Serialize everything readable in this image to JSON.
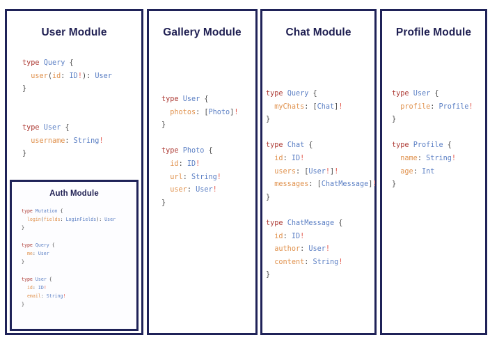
{
  "page": {
    "background": "#ffffff",
    "border_color": "#1f2258",
    "title_color": "#1f1f52"
  },
  "palette": {
    "keyword": "#ad3a34",
    "type_name": "#5b7fc4",
    "field_name": "#e0924e",
    "punctuation": "#4a4a4a",
    "non_null": "#e2574c"
  },
  "modules": {
    "user": {
      "title": "User Module",
      "blocks": [
        {
          "lines": [
            [
              {
                "t": "type",
                "c": "kw"
              },
              {
                "t": " ",
                "c": "pn"
              },
              {
                "t": "Query",
                "c": "ty"
              },
              {
                "t": " {",
                "c": "pn"
              }
            ],
            [
              {
                "t": "  ",
                "c": "pn"
              },
              {
                "t": "user",
                "c": "fld"
              },
              {
                "t": "(",
                "c": "pn"
              },
              {
                "t": "id",
                "c": "fld"
              },
              {
                "t": ": ",
                "c": "pn"
              },
              {
                "t": "ID",
                "c": "ty"
              },
              {
                "t": "!",
                "c": "bang"
              },
              {
                "t": "): ",
                "c": "pn"
              },
              {
                "t": "User",
                "c": "ty"
              }
            ],
            [
              {
                "t": "}",
                "c": "pn"
              }
            ]
          ]
        },
        {
          "lines": [
            [
              {
                "t": "",
                "c": "pn"
              }
            ],
            [
              {
                "t": "",
                "c": "pn"
              }
            ]
          ]
        },
        {
          "lines": [
            [
              {
                "t": "type",
                "c": "kw"
              },
              {
                "t": " ",
                "c": "pn"
              },
              {
                "t": "User",
                "c": "ty"
              },
              {
                "t": " {",
                "c": "pn"
              }
            ],
            [
              {
                "t": "  ",
                "c": "pn"
              },
              {
                "t": "username",
                "c": "fld"
              },
              {
                "t": ": ",
                "c": "pn"
              },
              {
                "t": "String",
                "c": "ty"
              },
              {
                "t": "!",
                "c": "bang"
              }
            ],
            [
              {
                "t": "}",
                "c": "pn"
              }
            ]
          ]
        }
      ]
    },
    "auth": {
      "title": "Auth Module",
      "blocks": [
        {
          "lines": [
            [
              {
                "t": "type",
                "c": "kw"
              },
              {
                "t": " ",
                "c": "pn"
              },
              {
                "t": "Mutation",
                "c": "ty"
              },
              {
                "t": " {",
                "c": "pn"
              }
            ],
            [
              {
                "t": "  ",
                "c": "pn"
              },
              {
                "t": "login",
                "c": "fld"
              },
              {
                "t": "(",
                "c": "pn"
              },
              {
                "t": "fields",
                "c": "fld"
              },
              {
                "t": ": ",
                "c": "pn"
              },
              {
                "t": "LoginFields",
                "c": "ty"
              },
              {
                "t": "): ",
                "c": "pn"
              },
              {
                "t": "User",
                "c": "ty"
              }
            ],
            [
              {
                "t": "}",
                "c": "pn"
              }
            ]
          ]
        },
        {
          "lines": [
            [
              {
                "t": "",
                "c": "pn"
              }
            ]
          ]
        },
        {
          "lines": [
            [
              {
                "t": "type",
                "c": "kw"
              },
              {
                "t": " ",
                "c": "pn"
              },
              {
                "t": "Query",
                "c": "ty"
              },
              {
                "t": " {",
                "c": "pn"
              }
            ],
            [
              {
                "t": "  ",
                "c": "pn"
              },
              {
                "t": "me",
                "c": "fld"
              },
              {
                "t": ": ",
                "c": "pn"
              },
              {
                "t": "User",
                "c": "ty"
              }
            ],
            [
              {
                "t": "}",
                "c": "pn"
              }
            ]
          ]
        },
        {
          "lines": [
            [
              {
                "t": "",
                "c": "pn"
              }
            ]
          ]
        },
        {
          "lines": [
            [
              {
                "t": "type",
                "c": "kw"
              },
              {
                "t": " ",
                "c": "pn"
              },
              {
                "t": "User",
                "c": "ty"
              },
              {
                "t": " {",
                "c": "pn"
              }
            ],
            [
              {
                "t": "  ",
                "c": "pn"
              },
              {
                "t": "id",
                "c": "fld"
              },
              {
                "t": ": ",
                "c": "pn"
              },
              {
                "t": "ID",
                "c": "ty"
              },
              {
                "t": "!",
                "c": "bang"
              }
            ],
            [
              {
                "t": "  ",
                "c": "pn"
              },
              {
                "t": "email",
                "c": "fld"
              },
              {
                "t": ": ",
                "c": "pn"
              },
              {
                "t": "String",
                "c": "ty"
              },
              {
                "t": "!",
                "c": "bang"
              }
            ],
            [
              {
                "t": "}",
                "c": "pn"
              }
            ]
          ]
        }
      ]
    },
    "gallery": {
      "title": "Gallery Module",
      "blocks": [
        {
          "lines": [
            [
              {
                "t": "type",
                "c": "kw"
              },
              {
                "t": " ",
                "c": "pn"
              },
              {
                "t": "User",
                "c": "ty"
              },
              {
                "t": " {",
                "c": "pn"
              }
            ],
            [
              {
                "t": "  ",
                "c": "pn"
              },
              {
                "t": "photos",
                "c": "fld"
              },
              {
                "t": ": [",
                "c": "pn"
              },
              {
                "t": "Photo",
                "c": "ty"
              },
              {
                "t": "]",
                "c": "pn"
              },
              {
                "t": "!",
                "c": "bang"
              }
            ],
            [
              {
                "t": "}",
                "c": "pn"
              }
            ]
          ]
        },
        {
          "lines": [
            [
              {
                "t": "",
                "c": "pn"
              }
            ]
          ]
        },
        {
          "lines": [
            [
              {
                "t": "type",
                "c": "kw"
              },
              {
                "t": " ",
                "c": "pn"
              },
              {
                "t": "Photo",
                "c": "ty"
              },
              {
                "t": " {",
                "c": "pn"
              }
            ],
            [
              {
                "t": "  ",
                "c": "pn"
              },
              {
                "t": "id",
                "c": "fld"
              },
              {
                "t": ": ",
                "c": "pn"
              },
              {
                "t": "ID",
                "c": "ty"
              },
              {
                "t": "!",
                "c": "bang"
              }
            ],
            [
              {
                "t": "  ",
                "c": "pn"
              },
              {
                "t": "url",
                "c": "fld"
              },
              {
                "t": ": ",
                "c": "pn"
              },
              {
                "t": "String",
                "c": "ty"
              },
              {
                "t": "!",
                "c": "bang"
              }
            ],
            [
              {
                "t": "  ",
                "c": "pn"
              },
              {
                "t": "user",
                "c": "fld"
              },
              {
                "t": ": ",
                "c": "pn"
              },
              {
                "t": "User",
                "c": "ty"
              },
              {
                "t": "!",
                "c": "bang"
              }
            ],
            [
              {
                "t": "}",
                "c": "pn"
              }
            ]
          ]
        }
      ]
    },
    "chat": {
      "title": "Chat Module",
      "blocks": [
        {
          "lines": [
            [
              {
                "t": "type",
                "c": "kw"
              },
              {
                "t": " ",
                "c": "pn"
              },
              {
                "t": "Query",
                "c": "ty"
              },
              {
                "t": " {",
                "c": "pn"
              }
            ],
            [
              {
                "t": "  ",
                "c": "pn"
              },
              {
                "t": "myChats",
                "c": "fld"
              },
              {
                "t": ": [",
                "c": "pn"
              },
              {
                "t": "Chat",
                "c": "ty"
              },
              {
                "t": "]",
                "c": "pn"
              },
              {
                "t": "!",
                "c": "bang"
              }
            ],
            [
              {
                "t": "}",
                "c": "pn"
              }
            ]
          ]
        },
        {
          "lines": [
            [
              {
                "t": "",
                "c": "pn"
              }
            ]
          ]
        },
        {
          "lines": [
            [
              {
                "t": "type",
                "c": "kw"
              },
              {
                "t": " ",
                "c": "pn"
              },
              {
                "t": "Chat",
                "c": "ty"
              },
              {
                "t": " {",
                "c": "pn"
              }
            ],
            [
              {
                "t": "  ",
                "c": "pn"
              },
              {
                "t": "id",
                "c": "fld"
              },
              {
                "t": ": ",
                "c": "pn"
              },
              {
                "t": "ID",
                "c": "ty"
              },
              {
                "t": "!",
                "c": "bang"
              }
            ],
            [
              {
                "t": "  ",
                "c": "pn"
              },
              {
                "t": "users",
                "c": "fld"
              },
              {
                "t": ": [",
                "c": "pn"
              },
              {
                "t": "User",
                "c": "ty"
              },
              {
                "t": "!",
                "c": "bang"
              },
              {
                "t": "]",
                "c": "pn"
              },
              {
                "t": "!",
                "c": "bang"
              }
            ],
            [
              {
                "t": "  ",
                "c": "pn"
              },
              {
                "t": "messages",
                "c": "fld"
              },
              {
                "t": ": [",
                "c": "pn"
              },
              {
                "t": "ChatMessage",
                "c": "ty"
              },
              {
                "t": "]",
                "c": "pn"
              },
              {
                "t": "!",
                "c": "bang"
              }
            ],
            [
              {
                "t": "}",
                "c": "pn"
              }
            ]
          ]
        },
        {
          "lines": [
            [
              {
                "t": "",
                "c": "pn"
              }
            ]
          ]
        },
        {
          "lines": [
            [
              {
                "t": "type",
                "c": "kw"
              },
              {
                "t": " ",
                "c": "pn"
              },
              {
                "t": "ChatMessage",
                "c": "ty"
              },
              {
                "t": " {",
                "c": "pn"
              }
            ],
            [
              {
                "t": "  ",
                "c": "pn"
              },
              {
                "t": "id",
                "c": "fld"
              },
              {
                "t": ": ",
                "c": "pn"
              },
              {
                "t": "ID",
                "c": "ty"
              },
              {
                "t": "!",
                "c": "bang"
              }
            ],
            [
              {
                "t": "  ",
                "c": "pn"
              },
              {
                "t": "author",
                "c": "fld"
              },
              {
                "t": ": ",
                "c": "pn"
              },
              {
                "t": "User",
                "c": "ty"
              },
              {
                "t": "!",
                "c": "bang"
              }
            ],
            [
              {
                "t": "  ",
                "c": "pn"
              },
              {
                "t": "content",
                "c": "fld"
              },
              {
                "t": ": ",
                "c": "pn"
              },
              {
                "t": "String",
                "c": "ty"
              },
              {
                "t": "!",
                "c": "bang"
              }
            ],
            [
              {
                "t": "}",
                "c": "pn"
              }
            ]
          ]
        }
      ]
    },
    "profile": {
      "title": "Profile Module",
      "blocks": [
        {
          "lines": [
            [
              {
                "t": "type",
                "c": "kw"
              },
              {
                "t": " ",
                "c": "pn"
              },
              {
                "t": "User",
                "c": "ty"
              },
              {
                "t": " {",
                "c": "pn"
              }
            ],
            [
              {
                "t": "  ",
                "c": "pn"
              },
              {
                "t": "profile",
                "c": "fld"
              },
              {
                "t": ": ",
                "c": "pn"
              },
              {
                "t": "Profile",
                "c": "ty"
              },
              {
                "t": "!",
                "c": "bang"
              }
            ],
            [
              {
                "t": "}",
                "c": "pn"
              }
            ]
          ]
        },
        {
          "lines": [
            [
              {
                "t": "",
                "c": "pn"
              }
            ]
          ]
        },
        {
          "lines": [
            [
              {
                "t": "type",
                "c": "kw"
              },
              {
                "t": " ",
                "c": "pn"
              },
              {
                "t": "Profile",
                "c": "ty"
              },
              {
                "t": " {",
                "c": "pn"
              }
            ],
            [
              {
                "t": "  ",
                "c": "pn"
              },
              {
                "t": "name",
                "c": "fld"
              },
              {
                "t": ": ",
                "c": "pn"
              },
              {
                "t": "String",
                "c": "ty"
              },
              {
                "t": "!",
                "c": "bang"
              }
            ],
            [
              {
                "t": "  ",
                "c": "pn"
              },
              {
                "t": "age",
                "c": "fld"
              },
              {
                "t": ": ",
                "c": "pn"
              },
              {
                "t": "Int",
                "c": "ty"
              }
            ],
            [
              {
                "t": "}",
                "c": "pn"
              }
            ]
          ]
        }
      ]
    }
  }
}
